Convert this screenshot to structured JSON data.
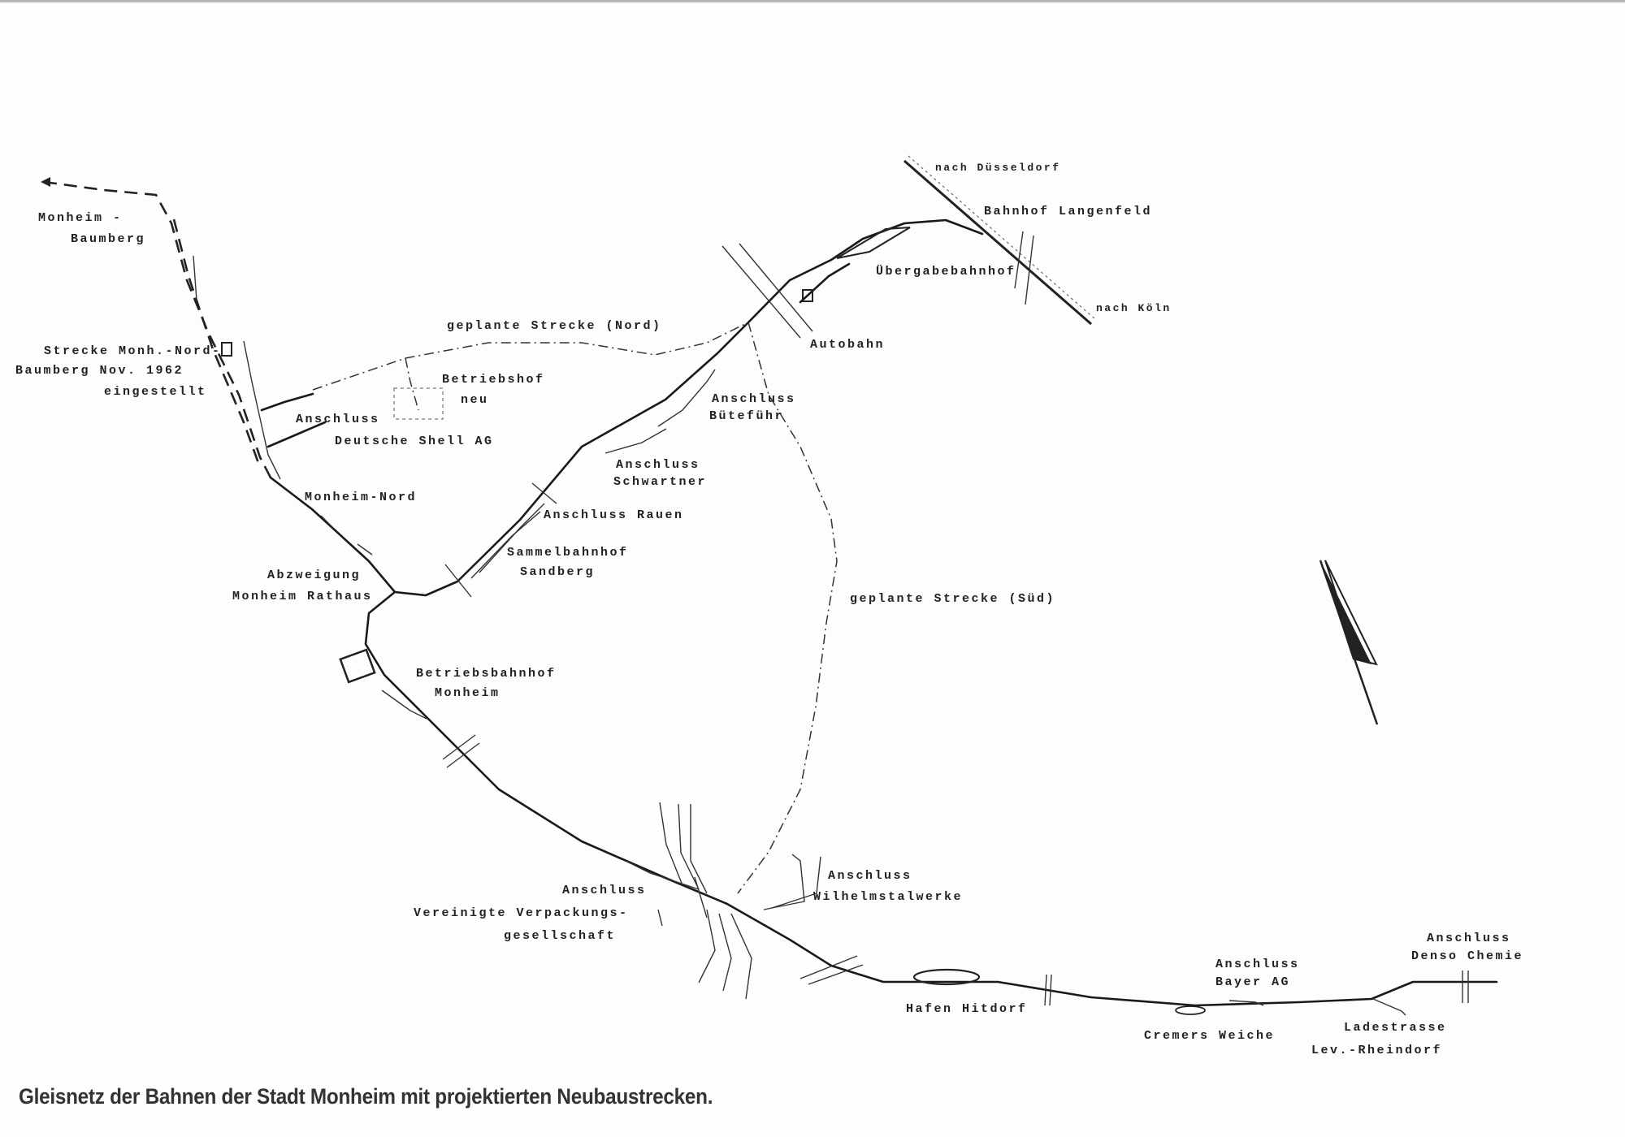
{
  "caption": "Gleisnetz der Bahnen der Stadt Monheim mit projektierten Neubaustrecken.",
  "labels": {
    "monheim_baumberg": [
      "Monheim -",
      "Baumberg"
    ],
    "strecke_eingestellt": [
      "Strecke Monh.-Nord-",
      "Baumberg Nov. 1962",
      "eingestellt"
    ],
    "geplante_nord": "geplante Strecke (Nord)",
    "betriebshof_neu": [
      "Betriebshof",
      "neu"
    ],
    "anschluss_shell": [
      "Anschluss",
      "Deutsche Shell AG"
    ],
    "monheim_nord": "Monheim-Nord",
    "abzweigung": [
      "Abzweigung",
      "Monheim Rathaus"
    ],
    "betriebsbahnhof": [
      "Betriebsbahnhof",
      "Monheim"
    ],
    "anschluss_buetefuehr": [
      "Anschluss",
      "Büteführ"
    ],
    "anschluss_schwartner": [
      "Anschluss",
      "Schwartner"
    ],
    "anschluss_rauen": "Anschluss Rauen",
    "sammelbahnhof": [
      "Sammelbahnhof",
      "Sandberg"
    ],
    "autobahn": "Autobahn",
    "nach_duesseldorf": "nach Düsseldorf",
    "bahnhof_langenfeld": "Bahnhof Langenfeld",
    "uebergabebahnhof": "Übergabebahnhof",
    "nach_koeln": "nach Köln",
    "geplante_sued": "geplante Strecke (Süd)",
    "anschluss_vvg": [
      "Anschluss",
      "Vereinigte Verpackungs-",
      "gesellschaft"
    ],
    "anschluss_wilhelmstal": [
      "Anschluss",
      "Wilhelmstalwerke"
    ],
    "hafen_hitdorf": "Hafen Hitdorf",
    "cremers_weiche": "Cremers Weiche",
    "anschluss_bayer": [
      "Anschluss",
      "Bayer AG"
    ],
    "anschluss_denso": [
      "Anschluss",
      "Denso Chemie"
    ],
    "ladestrasse": [
      "Ladestrasse",
      "Lev.-Rheindorf"
    ]
  },
  "icons": {
    "north_arrow": "north-arrow-icon"
  }
}
